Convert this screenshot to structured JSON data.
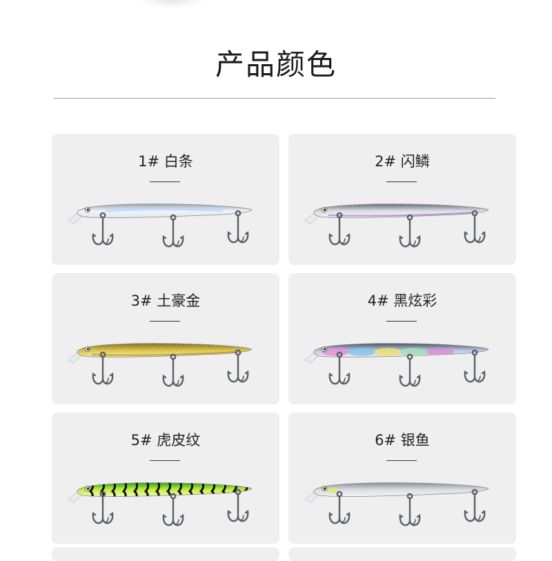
{
  "page": {
    "title": "产品颜色"
  },
  "colors": [
    {
      "label": "1# 白条",
      "body_top": "#9aa3aa",
      "body_mid": "#eef3fb",
      "body_bottom": "#e6e8ec",
      "accent": "#bcd4ff",
      "pattern": "stripe"
    },
    {
      "label": "2# 闪鳞",
      "body_top": "#5a6168",
      "body_mid": "#d6dbe2",
      "body_bottom": "#f2f2f2",
      "accent": "#b07ad0",
      "pattern": "scale"
    },
    {
      "label": "3# 土豪金",
      "body_top": "#7a6210",
      "body_mid": "#d8be3c",
      "body_bottom": "#f4eaa0",
      "accent": "#b49522",
      "pattern": "scale"
    },
    {
      "label": "4# 黑炫彩",
      "body_top": "#4e5560",
      "body_mid": "#b9c7df",
      "body_bottom": "#eeeeee",
      "accent": "#d98ad0",
      "pattern": "rainbow"
    },
    {
      "label": "5# 虎皮纹",
      "body_top": "#2fa12a",
      "body_mid": "#c7ef38",
      "body_bottom": "#f0f6c0",
      "accent": "#111111",
      "pattern": "tiger"
    },
    {
      "label": "6# 银鱼",
      "body_top": "#8a9096",
      "body_mid": "#d9dde2",
      "body_bottom": "#f4f4f4",
      "accent": "#e8e36a",
      "pattern": "plain"
    }
  ]
}
